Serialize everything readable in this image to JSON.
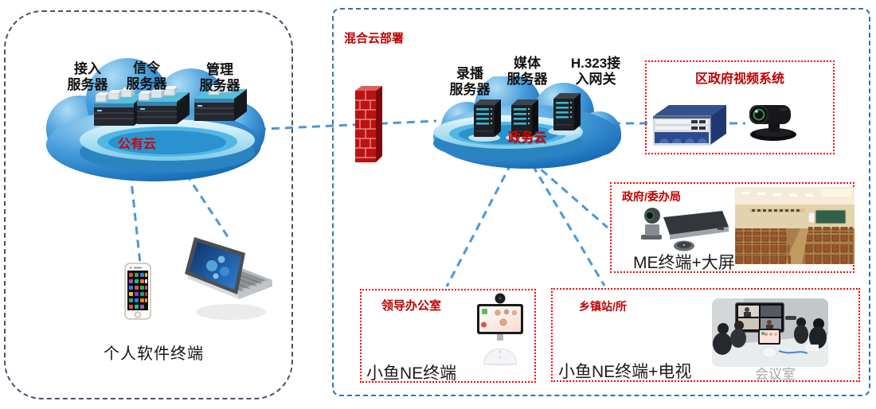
{
  "diagram": {
    "left_panel": {
      "servers": [
        {
          "line1": "接入",
          "line2": "服务器"
        },
        {
          "line1": "信令",
          "line2": "服务器"
        },
        {
          "line1": "管理",
          "line2": "服务器"
        }
      ],
      "cloud_label": "公有云",
      "terminal_caption": "个人软件终端"
    },
    "right_panel": {
      "title": "混合云部署",
      "cloud_label": "政务云",
      "servers": [
        {
          "line1": "录播",
          "line2": "服务器"
        },
        {
          "line1": "媒体",
          "line2": "服务器"
        },
        {
          "line1": "H.323接",
          "line2": "入网关"
        }
      ],
      "district_box": {
        "title": "区政府视频系统"
      },
      "gov_box": {
        "title": "政府/委办局",
        "caption": "ME终端+大屏"
      },
      "leader_box": {
        "title": "领导办公室",
        "caption": "小鱼NE终端"
      },
      "township_box": {
        "title": "乡镇站/所",
        "caption": "小鱼NE终端+电视",
        "photo_caption": "会议室"
      }
    },
    "colors": {
      "red_label": "#c00000",
      "cloud_red_label": "#d40000",
      "red_box_border": "#ff0000",
      "link_line": "#4a97d9",
      "left_panel_border": "#44546a",
      "right_panel_border": "#2e74b5",
      "caption_gray": "#a6a6a6"
    }
  }
}
